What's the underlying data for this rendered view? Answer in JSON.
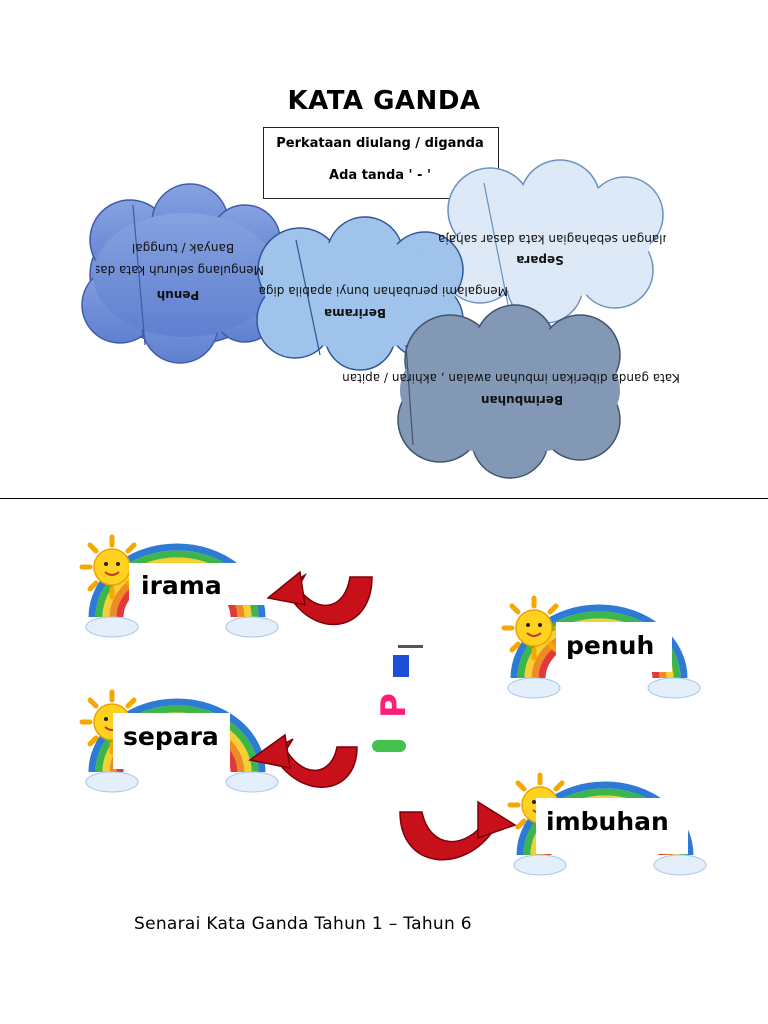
{
  "header": {
    "title": "KATA GANDA",
    "definition_line1": "Perkataan diulang / diganda",
    "definition_line2": "Ada tanda ' - '"
  },
  "clouds": {
    "penuh": {
      "title": "Penuh",
      "line1": "Mengulang seluruh kata dasar diulang",
      "line2": "Banyak / tunggal"
    },
    "berirama": {
      "title": "Berirama",
      "line1": "Mengalami perubahan bunyi apabila digandakan"
    },
    "separa": {
      "title": "Separa",
      "line1": "Pengulangan sebahagian kata dasar sahaja"
    },
    "berimbuhan": {
      "title": "Berimbuhan",
      "line1": "Kata ganda diberikan imbuhan awalan , akhiran / apitan"
    },
    "colors": {
      "penuh": "#6f8fd8",
      "berirama": "#9fc3ea",
      "separa": "#dde9f6",
      "berimbuhan": "#8298b5"
    }
  },
  "cards": {
    "irama": "irama",
    "penuh": "penuh",
    "separa": "separa",
    "imbuhan": "imbuhan"
  },
  "centerText": "P",
  "footer": "Senarai Kata Ganda Tahun 1 – Tahun 6",
  "arrowColor": "#c8101a"
}
